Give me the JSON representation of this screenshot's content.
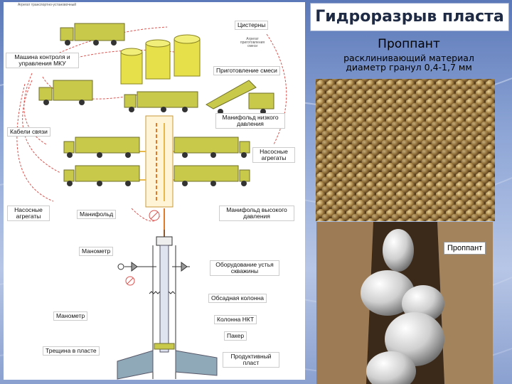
{
  "slide": {
    "title": "Гидроразрыв пласта",
    "subtitle": "Проппант",
    "description_line1": "расклинивающий материал",
    "description_line2": "диаметр гранул 0,4-1,7 мм",
    "photo_label": "Проппант"
  },
  "diagram": {
    "labels": {
      "top_caption": "Агрегат транспортно-установочный",
      "tanks": "Цистерны",
      "mix_caption": "Агрегат приготовления смеси",
      "control": "Машина контроля и управления МКУ",
      "mix_prep": "Приготовление смеси",
      "manifold_low": "Манифольд низкого давления",
      "cables": "Кабели связи",
      "pumps_right": "Насосные агрегаты",
      "pumps_left": "Насосные агрегаты",
      "manifold": "Манифольд",
      "manifold_high": "Манифольд высокого давления",
      "manometer1": "Манометр",
      "wellhead": "Оборудование устья скважины",
      "casing": "Обсадная колонна",
      "manometer2": "Манометр",
      "tubing": "Колонна НКТ",
      "packer": "Пакер",
      "fracture": "Трещина в пласте",
      "productive": "Продуктивный пласт"
    }
  },
  "colors": {
    "truck": "#c8c84a",
    "truck_dark": "#6f6f2a",
    "tank": "#e6e04a",
    "pipe": "#e8b84c",
    "red_dash": "#d9534f",
    "title_text": "#1e2a44"
  }
}
